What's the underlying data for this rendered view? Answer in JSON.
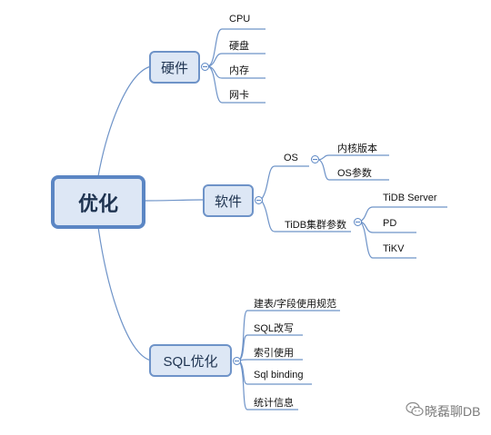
{
  "root": {
    "label": "优化"
  },
  "branches": {
    "hardware": {
      "label": "硬件",
      "items": [
        "CPU",
        "硬盘",
        "内存",
        "网卡"
      ]
    },
    "software": {
      "label": "软件",
      "os": {
        "label": "OS",
        "items": [
          "内核版本",
          "OS参数"
        ]
      },
      "tidb_params": {
        "label": "TiDB集群参数",
        "items": [
          "TiDB Server",
          "PD",
          "TiKV"
        ]
      }
    },
    "sql": {
      "label": "SQL优化",
      "items": [
        "建表/字段使用规范",
        "SQL改写",
        "索引使用",
        "Sql binding",
        "统计信息"
      ]
    }
  },
  "watermark": {
    "text": "晓磊聊DB"
  },
  "colors": {
    "node_fill": "#dde7f5",
    "node_border": "#5b86c4",
    "line": "#6e93c8",
    "underline": "#6e93c8"
  }
}
